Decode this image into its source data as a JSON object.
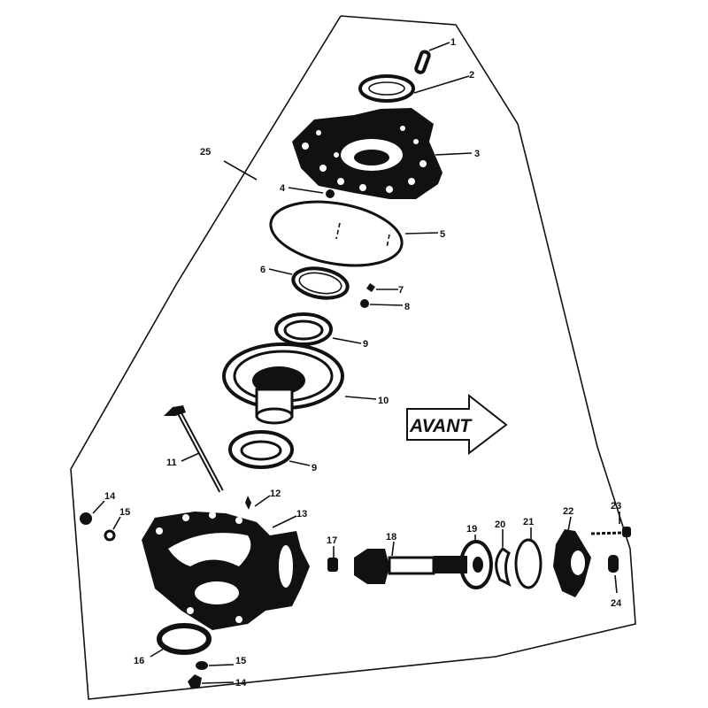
{
  "diagram": {
    "title_arrow": "AVANT",
    "labels": {
      "p1": "1",
      "p2": "2",
      "p3": "3",
      "p4": "4",
      "p5": "5",
      "p6": "6",
      "p7": "7",
      "p8": "8",
      "p9a": "9",
      "p10": "10",
      "p11": "11",
      "p9b": "9",
      "p12": "12",
      "p13": "13",
      "p14a": "14",
      "p15a": "15",
      "p16": "16",
      "p17": "17",
      "p18": "18",
      "p19": "19",
      "p20": "20",
      "p21": "21",
      "p22": "22",
      "p23": "23",
      "p24": "24",
      "p15b": "15",
      "p14b": "14",
      "p25": "25"
    }
  }
}
